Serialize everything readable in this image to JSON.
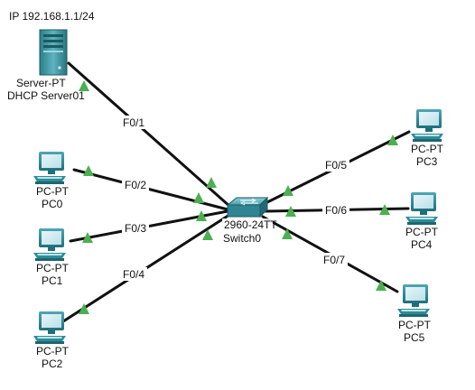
{
  "header": {
    "ip_text": "IP 192.168.1.1/24"
  },
  "colors": {
    "link": "#111111",
    "port_up": "#4caf50",
    "device_teal": "#2e8c96"
  },
  "switch": {
    "model": "2960-24TT",
    "name": "Switch0",
    "icon": "switch-icon"
  },
  "server": {
    "type": "Server-PT",
    "name": "DHCP Server01",
    "icon": "server-icon"
  },
  "pcs": [
    {
      "id": "pc0",
      "type": "PC-PT",
      "name": "PC0",
      "icon": "pc-icon"
    },
    {
      "id": "pc1",
      "type": "PC-PT",
      "name": "PC1",
      "icon": "pc-icon"
    },
    {
      "id": "pc2",
      "type": "PC-PT",
      "name": "PC2",
      "icon": "pc-icon"
    },
    {
      "id": "pc3",
      "type": "PC-PT",
      "name": "PC3",
      "icon": "pc-icon"
    },
    {
      "id": "pc4",
      "type": "PC-PT",
      "name": "PC4",
      "icon": "pc-icon"
    },
    {
      "id": "pc5",
      "type": "PC-PT",
      "name": "PC5",
      "icon": "pc-icon"
    }
  ],
  "links": [
    {
      "id": "link-server",
      "port": "F0/1",
      "to": "server",
      "status": "up"
    },
    {
      "id": "link-pc0",
      "port": "F0/2",
      "to": "PC0",
      "status": "up"
    },
    {
      "id": "link-pc1",
      "port": "F0/3",
      "to": "PC1",
      "status": "up"
    },
    {
      "id": "link-pc2",
      "port": "F0/4",
      "to": "PC2",
      "status": "up"
    },
    {
      "id": "link-pc3",
      "port": "F0/5",
      "to": "PC3",
      "status": "up"
    },
    {
      "id": "link-pc4",
      "port": "F0/6",
      "to": "PC4",
      "status": "up"
    },
    {
      "id": "link-pc5",
      "port": "F0/7",
      "to": "PC5",
      "status": "up"
    }
  ]
}
